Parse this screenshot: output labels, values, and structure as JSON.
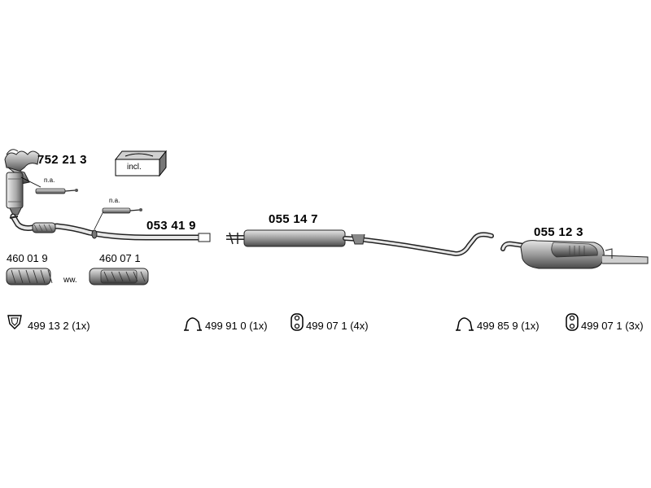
{
  "parts": {
    "manifold_cat": "752 21 3",
    "front_pipe": "053 41 9",
    "middle_silencer": "055 14 7",
    "rear_silencer": "055 12 3",
    "flex_pipe_a": "460 01 9",
    "flex_pipe_b": "460 07 1"
  },
  "notes": {
    "na_1": "n.a.",
    "na_2": "n.a.",
    "kit_included": "incl.",
    "alternative": "ww."
  },
  "legend": [
    {
      "icon": "gasket-icon",
      "label": "499 13 2 (1x)"
    },
    {
      "icon": "clamp-icon",
      "label": "499 91 0 (1x)"
    },
    {
      "icon": "rubber-mount-icon",
      "label": "499 07 1 (4x)"
    },
    {
      "icon": "clamp-icon",
      "label": "499 85 9 (1x)"
    },
    {
      "icon": "rubber-mount-icon",
      "label": "499 07 1 (3x)"
    }
  ]
}
